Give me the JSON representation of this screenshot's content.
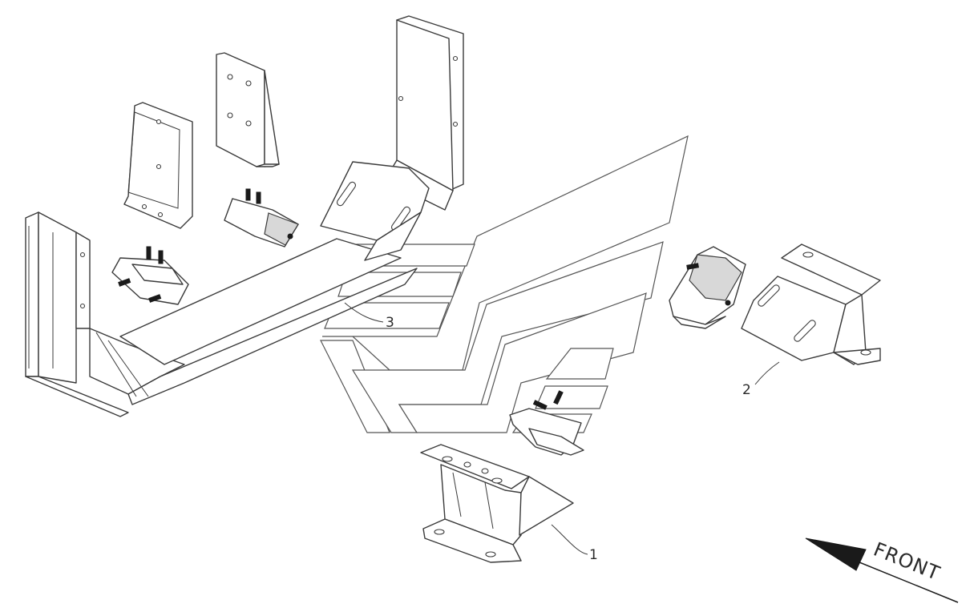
{
  "diagram": {
    "callouts": [
      {
        "id": "part-1",
        "text": "1"
      },
      {
        "id": "part-2",
        "text": "2"
      },
      {
        "id": "part-3",
        "text": "3"
      }
    ],
    "direction_label": "FRONT",
    "colors": {
      "line": "#3a3a3a",
      "background": "#ffffff",
      "watermark": "#555555",
      "arrow": "#1a1a1a"
    }
  }
}
